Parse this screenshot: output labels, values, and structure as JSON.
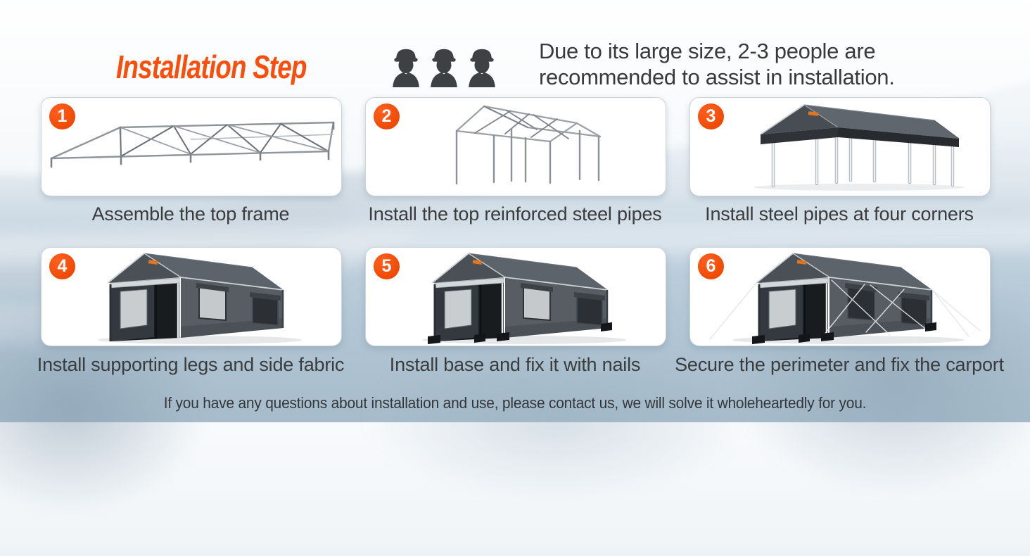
{
  "header": {
    "title": "Installation Step",
    "people_icon": "worker-icon",
    "people_count": 3,
    "people_note": {
      "line1": "Due to its large size, 2-3 people are",
      "line2": "recommended to assist in installation."
    }
  },
  "steps": [
    {
      "number": "1",
      "caption": "Assemble the top frame"
    },
    {
      "number": "2",
      "caption": "Install the top reinforced steel pipes"
    },
    {
      "number": "3",
      "caption": "Install steel pipes at four corners"
    },
    {
      "number": "4",
      "caption": "Install supporting legs and side fabric"
    },
    {
      "number": "5",
      "caption": "Install base and fix it with nails"
    },
    {
      "number": "6",
      "caption": "Secure the perimeter and fix the carport"
    }
  ],
  "footer": {
    "note": "If you have any questions about installation and use, please contact us, we will solve it wholeheartedly for you."
  },
  "colors": {
    "accent_orange": "#F2500E",
    "text_dark": "#3B3C3D",
    "card_background": "#FFFFFF",
    "canopy_gray": "#5C636A",
    "background_blue": "#AFC4D2"
  }
}
